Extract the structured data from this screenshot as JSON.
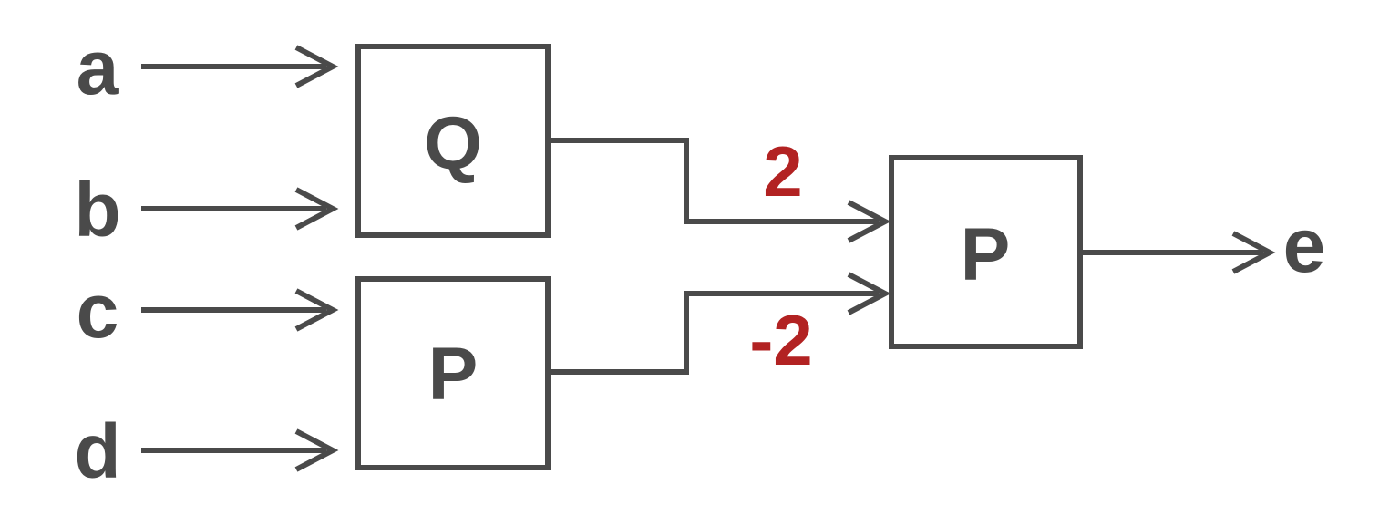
{
  "diagram": {
    "inputs": [
      {
        "label": "a"
      },
      {
        "label": "b"
      },
      {
        "label": "c"
      },
      {
        "label": "d"
      }
    ],
    "blocks": {
      "q": {
        "label": "Q"
      },
      "p_lower": {
        "label": "P"
      },
      "p_right": {
        "label": "P"
      }
    },
    "connections": {
      "q_to_p_gain": {
        "label": "2"
      },
      "p_to_p_gain": {
        "label": "-2"
      }
    },
    "output": {
      "label": "e"
    },
    "colors": {
      "line": "#4a4a4a",
      "accent": "#b22222",
      "background": "#ffffff"
    }
  }
}
